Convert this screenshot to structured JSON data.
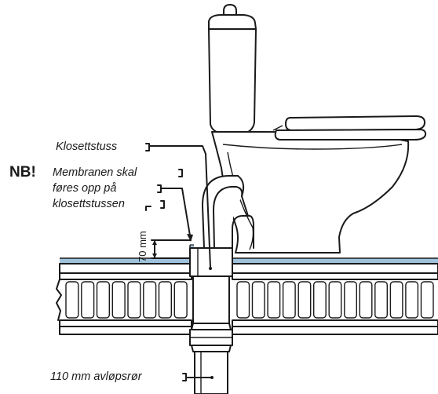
{
  "labels": {
    "flange": "Klosettstuss",
    "nb": "NB!",
    "membrane_line1": "Membranen skal",
    "membrane_line2": "føres opp på",
    "membrane_line3": "klosettstussen",
    "height": "70 mm",
    "pipe": "110 mm avløpsrør"
  },
  "colors": {
    "membrane": "#9fc3dd",
    "ink": "#1a1a1a",
    "background": "#ffffff"
  }
}
